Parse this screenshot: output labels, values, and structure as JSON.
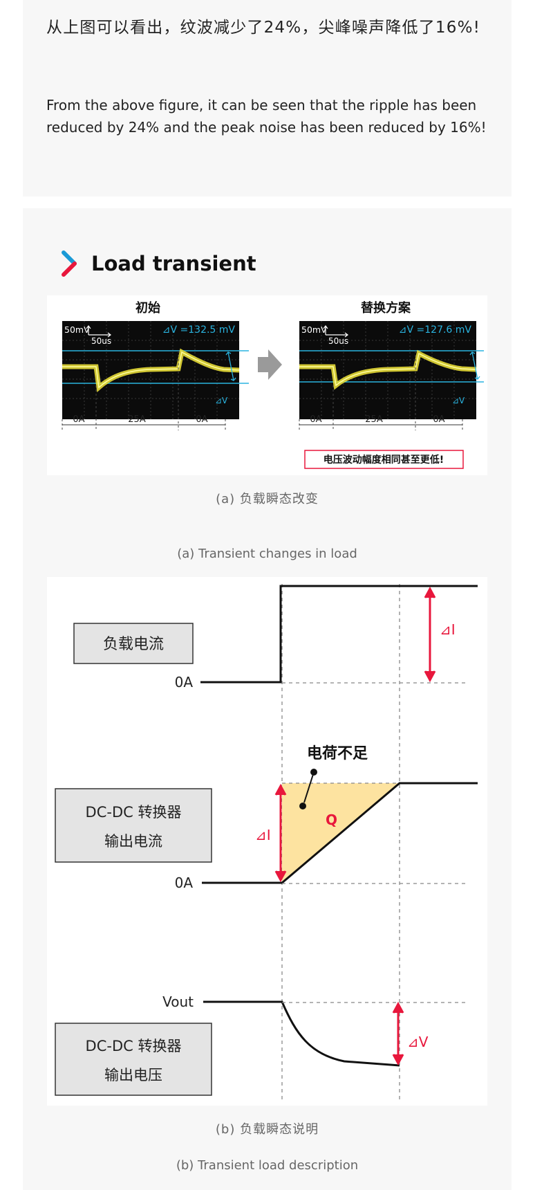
{
  "intro": {
    "zh": "从上图可以看出，纹波减少了24%，尖峰噪声降低了16%!",
    "en": "From the above figure, it can be seen that the ripple has been reduced by 24% and the peak noise has been reduced by 16%!"
  },
  "section": {
    "title": "Load transient"
  },
  "figure_a": {
    "left": {
      "title": "初始",
      "scale_v": "50mV",
      "scale_t": "50us",
      "delta": "⊿V =132.5 mV",
      "dv_label": "⊿V",
      "currents": [
        "0A",
        "25A",
        "0A"
      ]
    },
    "right": {
      "title": "替换方案",
      "scale_v": "50mV",
      "scale_t": "50us",
      "delta": "⊿V =127.6 mV",
      "dv_label": "⊿V",
      "currents": [
        "0A",
        "25A",
        "0A"
      ]
    },
    "note": "电压波动幅度相同甚至更低!",
    "caption_zh": "(a) 负载瞬态改变",
    "caption_en": "(a) Transient changes in load"
  },
  "figure_b": {
    "load_current": "负载电流",
    "zero_a_1": "0A",
    "delta_i_1": "⊿I",
    "charge_short": "电荷不足",
    "q_label": "Q",
    "converter_out_current_1": "DC-DC 转换器",
    "converter_out_current_2": "输出电流",
    "delta_i_2": "⊿I",
    "zero_a_2": "0A",
    "vout": "Vout",
    "converter_out_voltage_1": "DC-DC 转换器",
    "converter_out_voltage_2": "输出电压",
    "delta_v": "⊿V",
    "caption_zh": "(b) 负载瞬态说明",
    "caption_en": "(b) Transient load description"
  },
  "colors": {
    "accent_red": "#e8173c",
    "accent_blue": "#1a9ad6",
    "trace_yellow": "#f2e63a",
    "cyan_line": "#2ab4e0",
    "charge_fill": "#fde3a0"
  }
}
